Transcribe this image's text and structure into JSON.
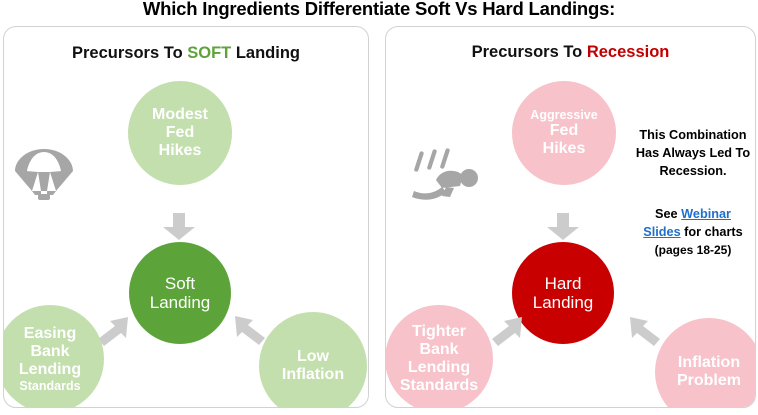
{
  "title": "Which Ingredients Differentiate Soft Vs Hard Landings:",
  "colors": {
    "green_light": "#c3dfae",
    "green_dark": "#5ca43a",
    "green_text": "#5ea23a",
    "pink_light": "#f7c2ca",
    "red_dark": "#c80000",
    "red_text": "#c00000",
    "arrow_gray": "#cccccc",
    "icon_gray": "#a6a6a6",
    "link_blue": "#1f6fcc",
    "panel_border": "#d2d2d2"
  },
  "panels": {
    "soft": {
      "heading_prefix": "Precursors To ",
      "heading_keyword": "SOFT",
      "heading_suffix": " Landing",
      "icon": "parachute-icon",
      "circles": {
        "top": {
          "lines": [
            "Modest",
            "Fed",
            "Hikes"
          ]
        },
        "center": {
          "lines": [
            "Soft",
            "Landing"
          ]
        },
        "bottom_left": {
          "lines": [
            "Easing",
            "Bank",
            "Lending"
          ],
          "small_line": "Standards"
        },
        "bottom_right": {
          "lines": [
            "Low",
            "Inflation"
          ]
        }
      }
    },
    "hard": {
      "heading_prefix": "Precursors To ",
      "heading_keyword": "Recession",
      "heading_suffix": "",
      "icon": "falling-person-icon",
      "circles": {
        "top": {
          "small_line": "Aggressive",
          "lines": [
            "Fed",
            "Hikes"
          ]
        },
        "center": {
          "lines": [
            "Hard",
            "Landing"
          ]
        },
        "bottom_left": {
          "lines": [
            "Tighter",
            "Bank",
            "Lending",
            "Standards"
          ]
        },
        "bottom_right": {
          "lines": [
            "Inflation",
            "Problem"
          ]
        }
      },
      "note": {
        "line1": "This Combination",
        "line2": "Has Always Led To",
        "line3": "Recession."
      },
      "webinar": {
        "prefix": "See ",
        "link_line1": "Webinar",
        "link_line2": "Slides",
        "suffix": " for charts",
        "pages": "(pages 18-25)"
      }
    }
  }
}
